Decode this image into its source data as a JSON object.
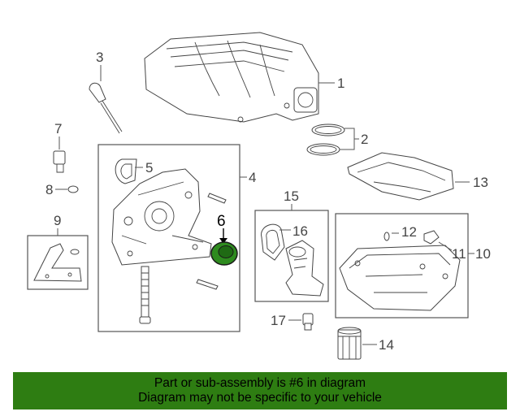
{
  "callouts": {
    "c1": "1",
    "c2": "2",
    "c3": "3",
    "c4": "4",
    "c5": "5",
    "c6": "6",
    "c7": "7",
    "c8": "8",
    "c9": "9",
    "c10": "10",
    "c11": "11",
    "c12": "12",
    "c13": "13",
    "c14": "14",
    "c15": "15",
    "c16": "16",
    "c17": "17"
  },
  "colors": {
    "highlight": "#2e8b1f",
    "banner": "#2e7d12"
  },
  "banner": {
    "line1": "Part or sub-assembly is #6 in diagram",
    "line2": "Diagram may not be specific to your vehicle"
  }
}
